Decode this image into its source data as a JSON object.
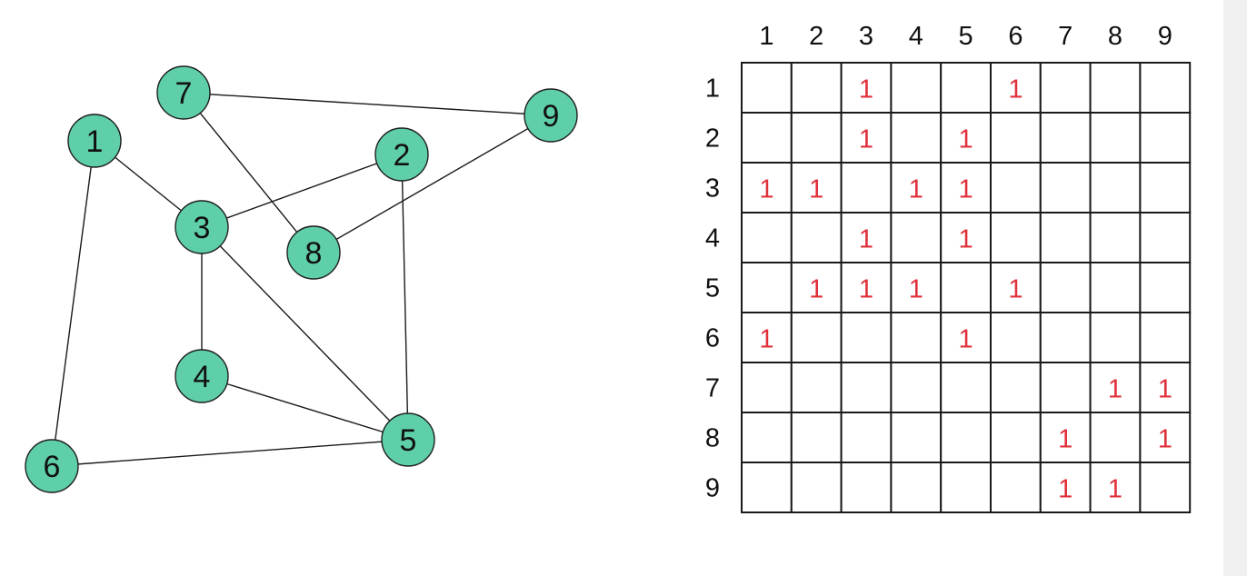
{
  "graph": {
    "nodes": [
      {
        "id": "1",
        "label": "1"
      },
      {
        "id": "2",
        "label": "2"
      },
      {
        "id": "3",
        "label": "3"
      },
      {
        "id": "4",
        "label": "4"
      },
      {
        "id": "5",
        "label": "5"
      },
      {
        "id": "6",
        "label": "6"
      },
      {
        "id": "7",
        "label": "7"
      },
      {
        "id": "8",
        "label": "8"
      },
      {
        "id": "9",
        "label": "9"
      }
    ],
    "edges": [
      [
        "1",
        "3"
      ],
      [
        "1",
        "6"
      ],
      [
        "2",
        "3"
      ],
      [
        "2",
        "5"
      ],
      [
        "3",
        "4"
      ],
      [
        "3",
        "5"
      ],
      [
        "4",
        "5"
      ],
      [
        "5",
        "6"
      ],
      [
        "7",
        "8"
      ],
      [
        "7",
        "9"
      ],
      [
        "8",
        "9"
      ]
    ],
    "node_color": "#5ecfa8"
  },
  "matrix": {
    "column_headers": [
      "1",
      "2",
      "3",
      "4",
      "5",
      "6",
      "7",
      "8",
      "9"
    ],
    "row_headers": [
      "1",
      "2",
      "3",
      "4",
      "5",
      "6",
      "7",
      "8",
      "9"
    ],
    "cells": [
      [
        "",
        "",
        "1",
        "",
        "",
        "1",
        "",
        "",
        ""
      ],
      [
        "",
        "",
        "1",
        "",
        "1",
        "",
        "",
        "",
        ""
      ],
      [
        "1",
        "1",
        "",
        "1",
        "1",
        "",
        "",
        "",
        ""
      ],
      [
        "",
        "",
        "1",
        "",
        "1",
        "",
        "",
        "",
        ""
      ],
      [
        "",
        "1",
        "1",
        "1",
        "",
        "1",
        "",
        "",
        ""
      ],
      [
        "1",
        "",
        "",
        "",
        "1",
        "",
        "",
        "",
        ""
      ],
      [
        "",
        "",
        "",
        "",
        "",
        "",
        "",
        "1",
        "1"
      ],
      [
        "",
        "",
        "",
        "",
        "",
        "",
        "1",
        "",
        "1"
      ],
      [
        "",
        "",
        "",
        "",
        "",
        "",
        "1",
        "1",
        ""
      ]
    ],
    "value_color": "#e0303a"
  }
}
